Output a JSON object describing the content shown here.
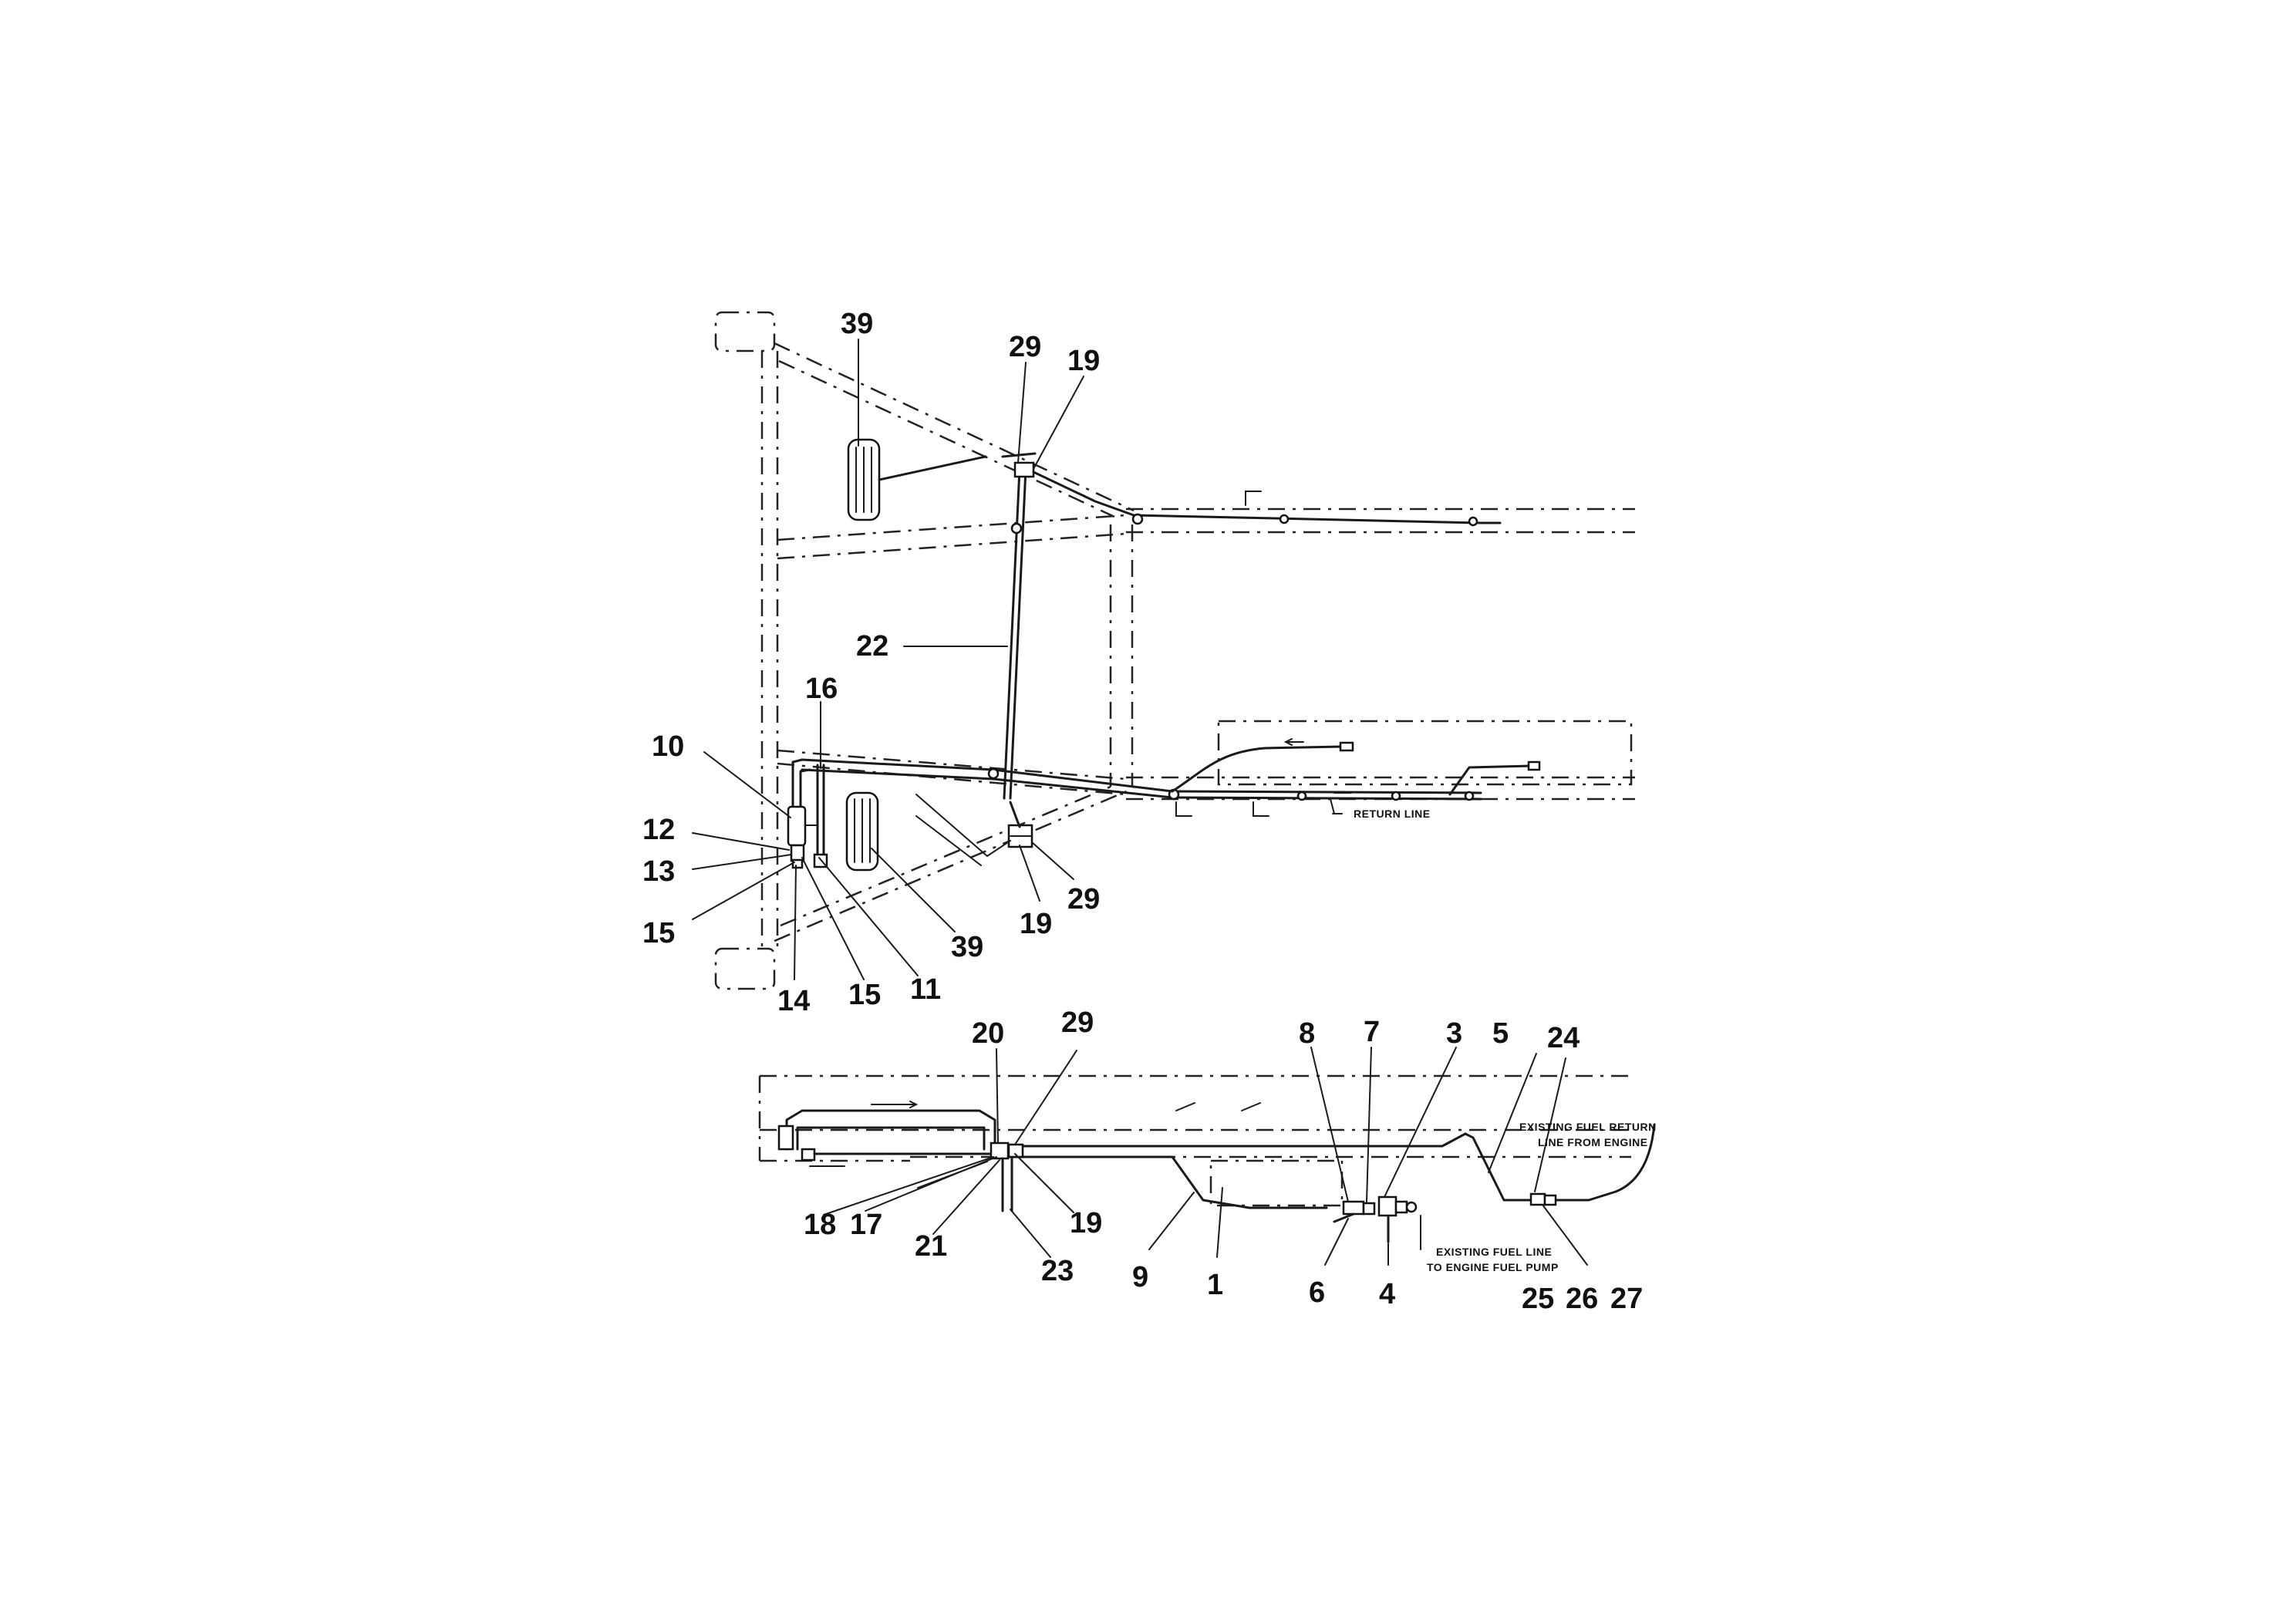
{
  "callouts": {
    "top": [
      {
        "text": "39"
      },
      {
        "text": "29"
      },
      {
        "text": "19"
      },
      {
        "text": "22"
      },
      {
        "text": "16"
      },
      {
        "text": "10"
      },
      {
        "text": "12"
      },
      {
        "text": "13"
      },
      {
        "text": "15"
      },
      {
        "text": "14"
      },
      {
        "text": "15"
      },
      {
        "text": "11"
      },
      {
        "text": "39"
      },
      {
        "text": "19"
      },
      {
        "text": "29"
      }
    ],
    "bottom": [
      {
        "text": "20"
      },
      {
        "text": "29"
      },
      {
        "text": "8"
      },
      {
        "text": "7"
      },
      {
        "text": "3"
      },
      {
        "text": "5"
      },
      {
        "text": "24"
      },
      {
        "text": "18"
      },
      {
        "text": "17"
      },
      {
        "text": "21"
      },
      {
        "text": "19"
      },
      {
        "text": "23"
      },
      {
        "text": "9"
      },
      {
        "text": "1"
      },
      {
        "text": "6"
      },
      {
        "text": "4"
      },
      {
        "text": "25"
      },
      {
        "text": "26"
      },
      {
        "text": "27"
      }
    ]
  },
  "notes": {
    "return_line": "RETURN LINE",
    "existing_return_1": "EXISTING FUEL RETURN",
    "existing_return_2": "LINE FROM ENGINE",
    "existing_fuel_1": "EXISTING FUEL LINE",
    "existing_fuel_2": "TO ENGINE FUEL PUMP"
  }
}
